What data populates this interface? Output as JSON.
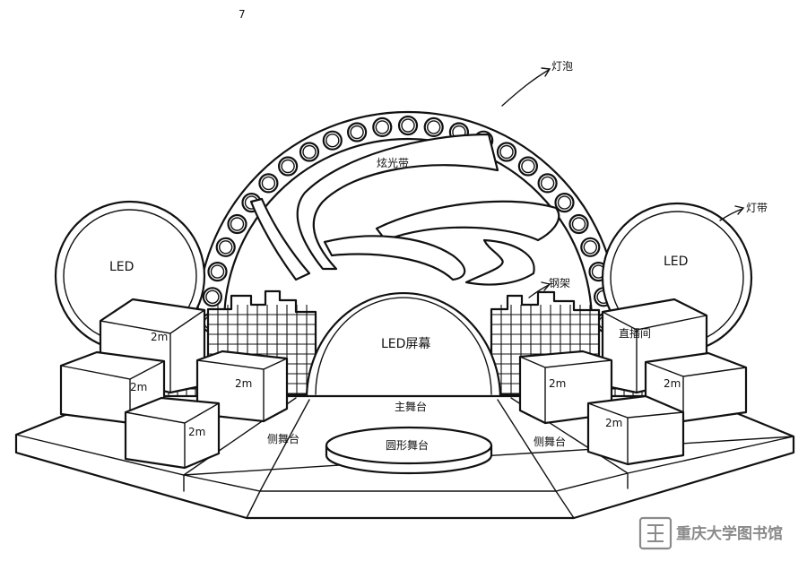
{
  "labels": {
    "bulb": "灯泡",
    "light_strip": "炫光带",
    "light_band": "灯带",
    "steel_frame": "钢架",
    "led_left": "LED",
    "led_right": "LED",
    "led_screen": "LED屏幕",
    "main_stage": "主舞台",
    "round_stage": "圆形舞台",
    "side_stage_left": "侧舞台",
    "side_stage_right": "侧舞台",
    "live_room": "直播间",
    "box_2m_a": "2m",
    "box_2m_b": "2m",
    "box_2m_c": "2m",
    "box_2m_d": "2m",
    "box_2m_e": "2m",
    "box_2m_f": "2m",
    "box_2m_g": "2m",
    "corner_mark": "7"
  },
  "watermark": {
    "text": "重庆大学图书馆"
  }
}
